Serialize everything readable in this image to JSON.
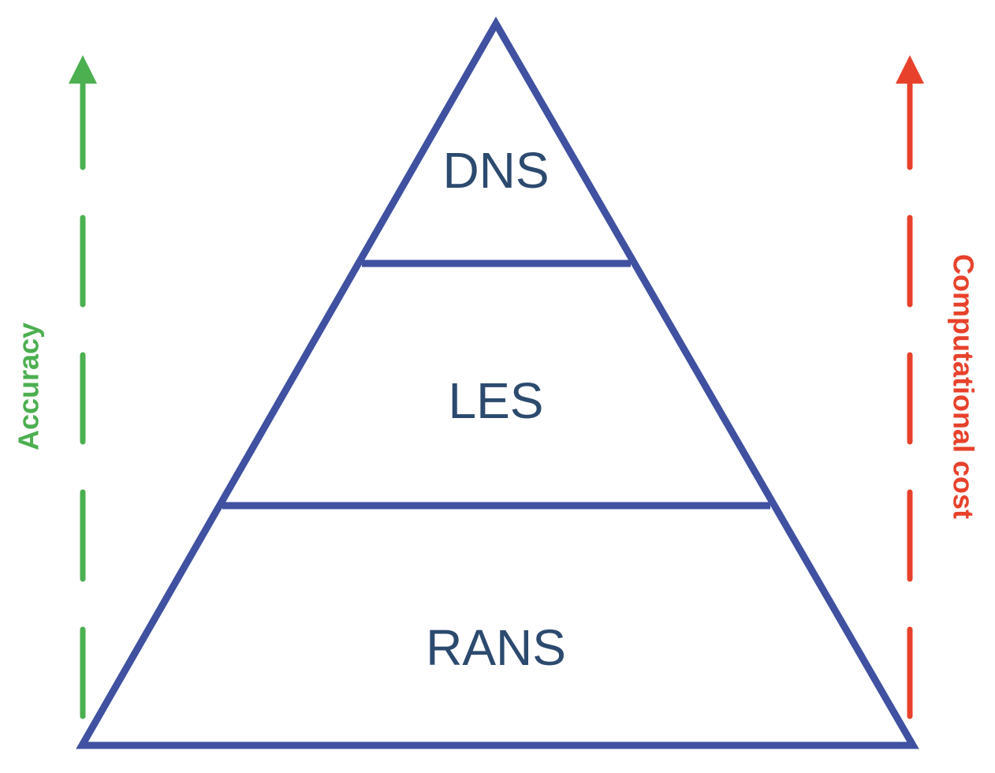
{
  "levels": [
    {
      "label": "DNS"
    },
    {
      "label": "LES"
    },
    {
      "label": "RANS"
    }
  ],
  "axes": {
    "left": {
      "label": "Accuracy",
      "color": "#4caf50",
      "direction": "up"
    },
    "right": {
      "label": "Computational cost",
      "color": "#e8412b",
      "direction": "up"
    }
  },
  "colors": {
    "pyramid_outline": "#3f51a0",
    "level_text": "#2c4a6e",
    "background": "#ffffff"
  }
}
